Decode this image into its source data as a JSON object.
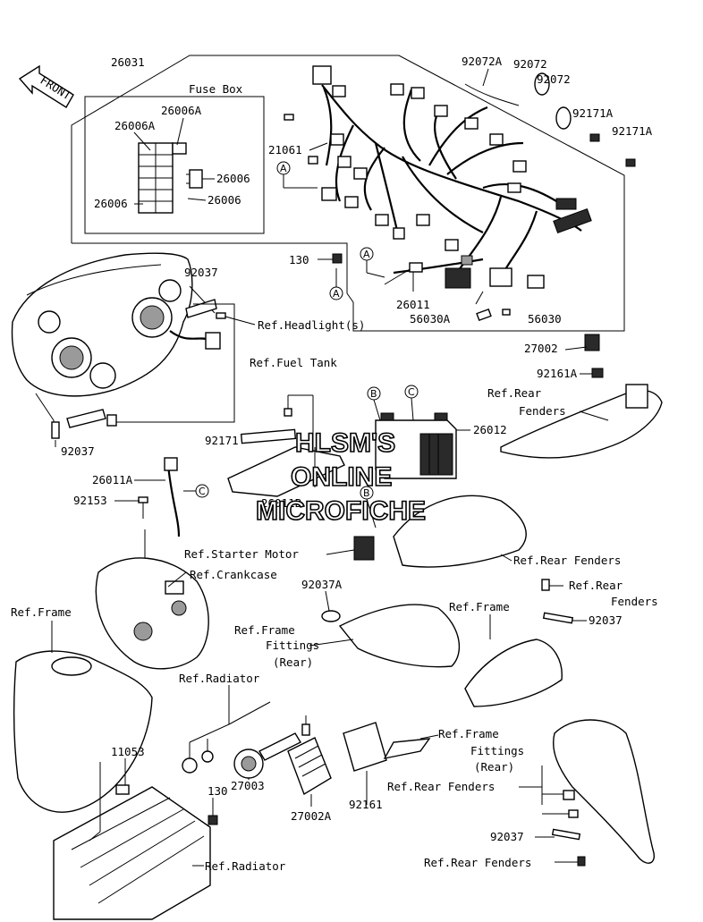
{
  "diagram": {
    "front_label": "FRONT",
    "watermark": [
      "HLSM'S",
      "ONLINE",
      "MICROFICHE"
    ],
    "callouts": {
      "A": "A",
      "B": "B",
      "C": "C"
    },
    "labels": {
      "l26031": "26031",
      "fusebox": "Fuse Box",
      "l26006A_1": "26006A",
      "l26006A_2": "26006A",
      "l26006_1": "26006",
      "l26006_2": "26006",
      "l26006_3": "26006",
      "l21061": "21061",
      "l92072A": "92072A",
      "l92072_1": "92072",
      "l92072_2": "92072",
      "l92171A_1": "92171A",
      "l92171A_2": "92171A",
      "l130_1": "130",
      "l26011": "26011",
      "l56030A": "56030A",
      "l56030": "56030",
      "l92037_1": "92037",
      "refHeadlight": "Ref.Headlight(s)",
      "l92037_2": "92037",
      "l27002": "27002",
      "l92161A": "92161A",
      "refRearFenders1a": "Ref.Rear",
      "refRearFenders1b": "Fenders",
      "refFuelTank": "Ref.Fuel Tank",
      "l92171": "92171",
      "l26012": "26012",
      "l26011A": "26011A",
      "l26011B": "26011B",
      "l92153": "92153",
      "refStarter": "Ref.Starter Motor",
      "refRearFenders2": "Ref.Rear Fenders",
      "refCrankcase": "Ref.Crankcase",
      "l92037A": "92037A",
      "refRearFenders3a": "Ref.Rear",
      "refRearFenders3b": "Fenders",
      "refFrame1": "Ref.Frame",
      "refFrameFit1a": "Ref.Frame",
      "refFrameFit1b": "Fittings",
      "refFrameFit1c": "(Rear)",
      "refFrame2": "Ref.Frame",
      "l92037_3": "92037",
      "refRadiator1": "Ref.Radiator",
      "l11053": "11053",
      "l27003": "27003",
      "refFrameFit2a": "Ref.Frame",
      "refFrameFit2b": "Fittings",
      "refFrameFit2c": "(Rear)",
      "refRearFenders4": "Ref.Rear Fenders",
      "l130_2": "130",
      "l27002A": "27002A",
      "l92161": "92161",
      "l92037_4": "92037",
      "refRadiator2": "Ref.Radiator",
      "refRearFenders5": "Ref.Rear Fenders"
    }
  }
}
